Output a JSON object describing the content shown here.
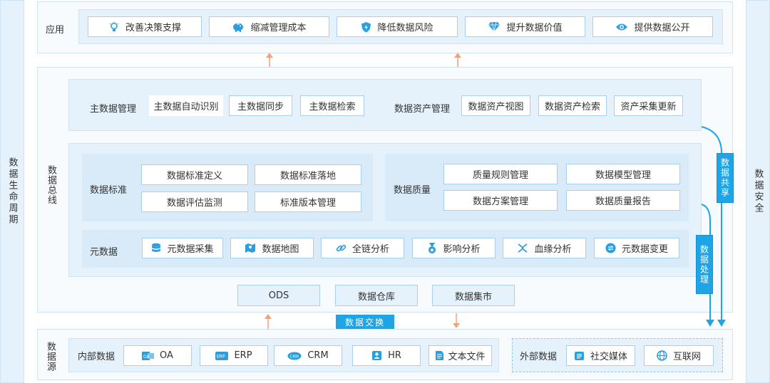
{
  "colors": {
    "accent": "#1fa5e6",
    "arrow_up": "#f0a27a",
    "panel": "#e6f2fb",
    "border": "#a9cff0"
  },
  "side": {
    "left": "数据生命周期",
    "right": "数据安全"
  },
  "app": {
    "label": "应用",
    "items": [
      {
        "label": "改善决策支撑",
        "icon": "bulb-icon"
      },
      {
        "label": "缩减管理成本",
        "icon": "piggy-bank-icon"
      },
      {
        "label": "降低数据风险",
        "icon": "shield-icon"
      },
      {
        "label": "提升数据价值",
        "icon": "diamond-icon"
      },
      {
        "label": "提供数据公开",
        "icon": "eye-icon"
      }
    ]
  },
  "bus": {
    "label": "数据总线",
    "master": {
      "label": "主数据管理",
      "items": [
        "主数据自动识别",
        "主数据同步",
        "主数据检索"
      ]
    },
    "asset": {
      "label": "数据资产管理",
      "items": [
        "数据资产视图",
        "数据资产检索",
        "资产采集更新"
      ]
    },
    "standard": {
      "label": "数据标准",
      "items": [
        "数据标准定义",
        "数据标准落地",
        "数据评估监测",
        "标准版本管理"
      ]
    },
    "quality": {
      "label": "数据质量",
      "items": [
        "质量规则管理",
        "数据模型管理",
        "数据方案管理",
        "数据质量报告"
      ]
    },
    "meta": {
      "label": "元数据",
      "items": [
        {
          "label": "元数据采集",
          "icon": "database-icon"
        },
        {
          "label": "数据地图",
          "icon": "map-icon"
        },
        {
          "label": "全链分析",
          "icon": "link-icon"
        },
        {
          "label": "影响分析",
          "icon": "medal-icon"
        },
        {
          "label": "血缘分析",
          "icon": "dna-icon"
        },
        {
          "label": "元数据变更",
          "icon": "swap-icon"
        }
      ]
    },
    "storage": [
      "ODS",
      "数据仓库",
      "数据集市"
    ]
  },
  "flows": {
    "share": "数据共享",
    "process": "数据处理",
    "exchange": "数据交换"
  },
  "source": {
    "label": "数据源",
    "internal": {
      "label": "内部数据",
      "items": [
        {
          "label": "OA",
          "icon": "oa-icon"
        },
        {
          "label": "ERP",
          "icon": "erp-icon"
        },
        {
          "label": "CRM",
          "icon": "crm-icon"
        },
        {
          "label": "HR",
          "icon": "hr-icon"
        },
        {
          "label": "文本文件",
          "icon": "document-icon"
        }
      ]
    },
    "external": {
      "label": "外部数据",
      "items": [
        {
          "label": "社交媒体",
          "icon": "social-media-icon"
        },
        {
          "label": "互联网",
          "icon": "globe-icon"
        }
      ]
    }
  }
}
